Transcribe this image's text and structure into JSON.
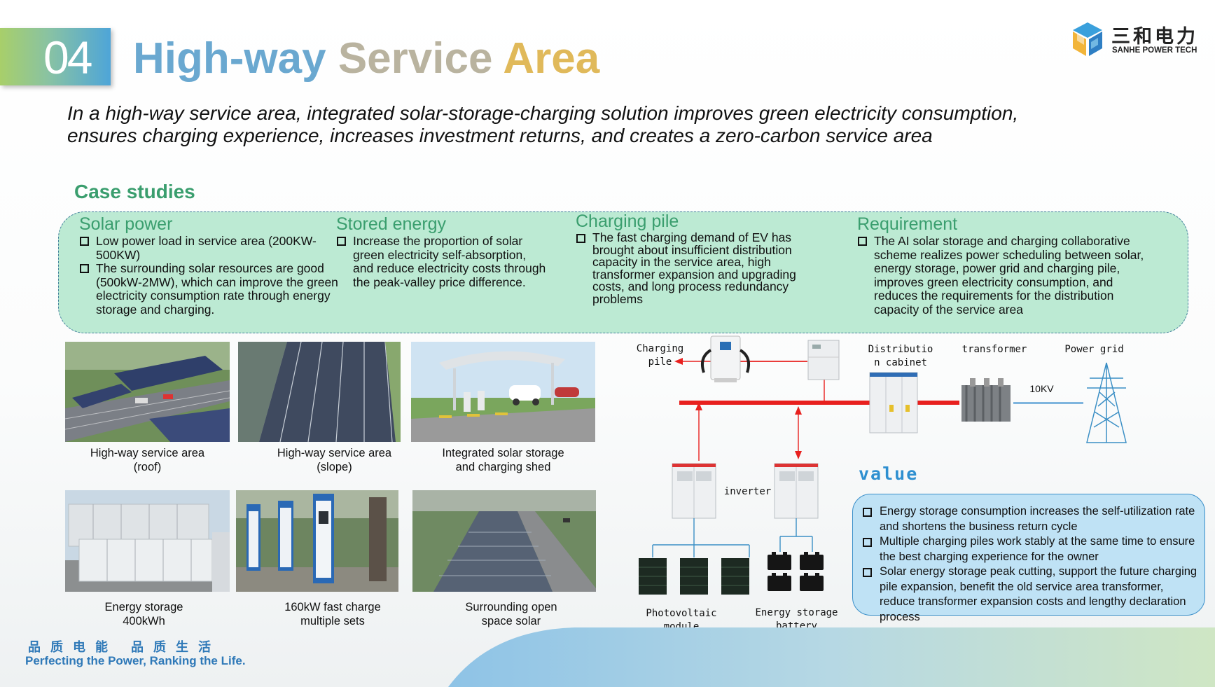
{
  "header": {
    "number": "04",
    "title_part1": "High-way ",
    "title_part2": "Service ",
    "title_part3": "Area",
    "subtitle_line1": "In a high-way service area, integrated solar-storage-charging solution improves green electricity consumption,",
    "subtitle_line2": "ensures charging experience, increases investment returns, and creates a zero-carbon service area"
  },
  "logo": {
    "name_cn": "三和电力",
    "name_en": "SANHE POWER TECH"
  },
  "case_studies": {
    "title": "Case studies",
    "columns": [
      {
        "title": "Solar power",
        "items": [
          "Low power load in service area (200KW-500KW)",
          "The surrounding solar resources are good (500kW-2MW), which can improve the green electricity consumption rate through energy storage and charging."
        ]
      },
      {
        "title": "Stored energy",
        "items": [
          "Increase the proportion of solar green electricity self-absorption, and reduce electricity costs through the peak-valley price difference."
        ]
      },
      {
        "title": "Charging pile",
        "items": [
          "The fast charging demand of EV has brought about insufficient distribution capacity in the service area, high transformer expansion and upgrading costs, and long process redundancy problems"
        ]
      },
      {
        "title": "Requirement",
        "items": [
          "The AI solar storage and charging collaborative scheme realizes power scheduling between solar, energy storage, power grid and charging pile, improves green electricity consumption, and reduces the requirements for the distribution capacity of the service area"
        ]
      }
    ]
  },
  "photos": [
    {
      "line1": "High-way service area",
      "line2": "(roof)"
    },
    {
      "line1": "High-way service area",
      "line2": "(slope)"
    },
    {
      "line1": "Integrated solar storage",
      "line2": "and charging shed"
    },
    {
      "line1": "Energy storage",
      "line2": "400kWh"
    },
    {
      "line1": "160kW fast charge",
      "line2": "multiple sets"
    },
    {
      "line1": "Surrounding open",
      "line2": "space solar"
    }
  ],
  "diagram": {
    "charging_pile_line1": "Charging",
    "charging_pile_line2": "pile",
    "distribution_line1": "Distributio",
    "distribution_line2": "n cabinet",
    "transformer": "transformer",
    "power_grid": "Power grid",
    "voltage": "10KV",
    "inverter": "inverter",
    "pv_module": "Photovoltaic module",
    "storage_line1": "Energy storage",
    "storage_line2": "battery"
  },
  "value": {
    "title": "value",
    "items": [
      "Energy storage consumption increases the self-utilization rate and shortens the business return cycle",
      "Multiple charging piles work stably at the same time to ensure the best charging experience for the owner",
      "Solar energy storage peak cutting, support the future charging pile expansion, benefit the old service area transformer, reduce transformer expansion costs and lengthy declaration process"
    ]
  },
  "footer": {
    "slogan_cn": "品质电能 品质生活",
    "slogan_en": "Perfecting the Power, Ranking the Life."
  },
  "colors": {
    "case_box_fill": "#bcead3",
    "value_box_fill": "#bfe2f5",
    "accent_green": "#3a9e6e",
    "accent_blue": "#2e8fd0",
    "power_line_red": "#e8201e"
  }
}
